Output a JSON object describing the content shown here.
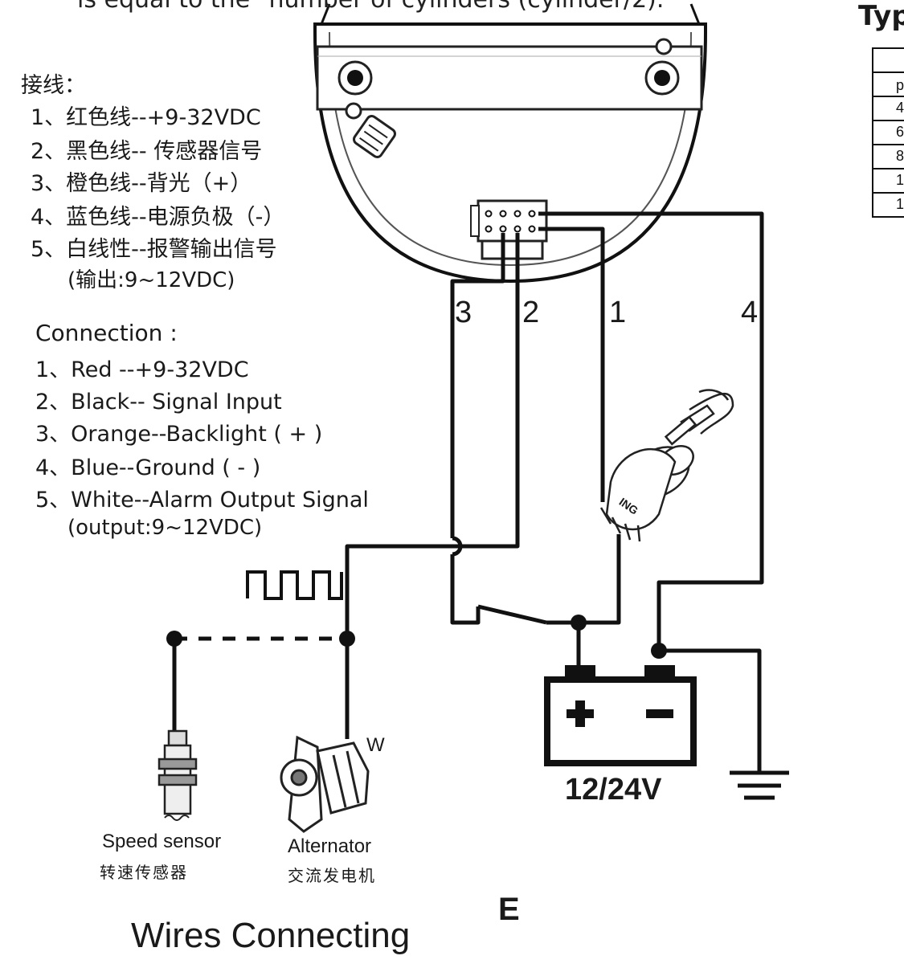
{
  "header_cut_text": "is equal to the \"number of cylinders (cylinder/2).",
  "type_table_heading": "Typ",
  "type_table_cells": [
    "p",
    "4",
    "6",
    "8",
    "1",
    "1"
  ],
  "chinese_connection": {
    "title": "接线：",
    "items": [
      "1、红色线--+9-32VDC",
      "2、黑色线-- 传感器信号",
      "3、橙色线--背光（+）",
      "4、蓝色线--电源负极（-）",
      "5、白线性--报警输出信号"
    ],
    "sub_note": "(输出:9~12VDC)"
  },
  "english_connection": {
    "title": "Connection :",
    "items": [
      "1、Red --+9-32VDC",
      "2、Black-- Signal  Input",
      "3、Orange--Backlight ( + )",
      "4、Blue--Ground ( - )",
      "5、White--Alarm Output Signal"
    ],
    "sub_note": "(output:9~12VDC)"
  },
  "wire_numbers": [
    "3",
    "2",
    "1",
    "4"
  ],
  "switch_label": "ING",
  "alternator_terminal_label": "W",
  "battery": {
    "plus": "+",
    "minus": "-",
    "voltage": "12/24V"
  },
  "speed_sensor": {
    "label_en": "Speed sensor",
    "label_cn": "转速传感器"
  },
  "alternator": {
    "label_en": "Alternator",
    "label_cn": "交流发电机"
  },
  "figure_letter": "E",
  "caption": "Wires Connecting"
}
